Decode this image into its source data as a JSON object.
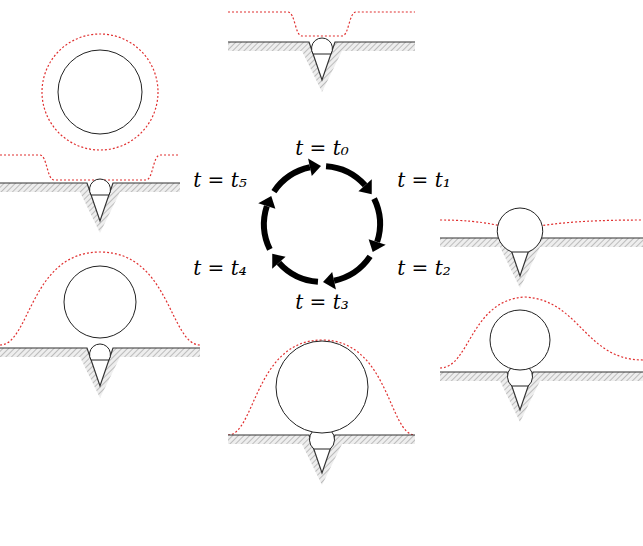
{
  "diagram": {
    "labels": [
      "t = t₀",
      "t = t₁",
      "t = t₂",
      "t = t₃",
      "t = t₄",
      "t = t₅"
    ]
  }
}
